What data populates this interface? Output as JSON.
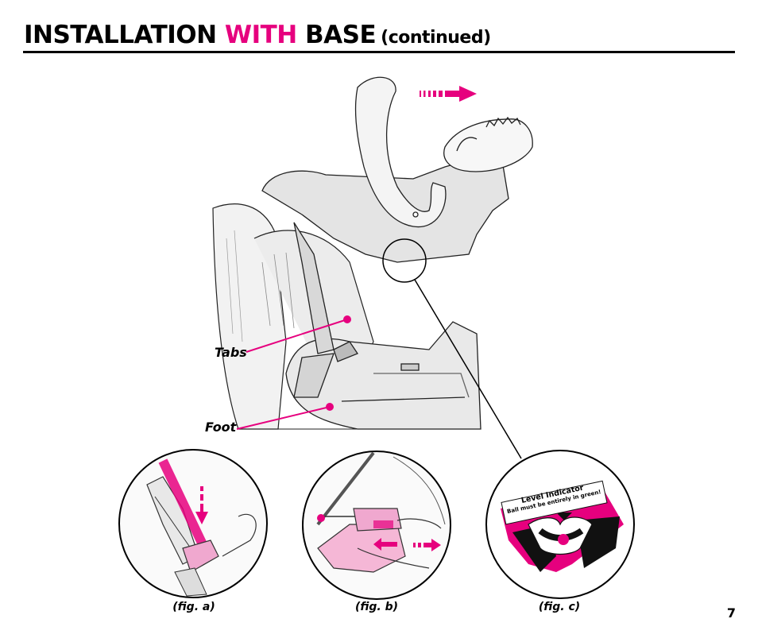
{
  "header": {
    "title_part1": "INSTALLATION",
    "title_accent": "WITH",
    "title_part2": "BASE",
    "title_suffix": "(continued)"
  },
  "callouts": {
    "tabs": "Tabs",
    "foot": "Foot"
  },
  "figures": {
    "a": "(fig. a)",
    "b": "(fig. b)",
    "c": "(fig. c)"
  },
  "level_indicator": {
    "title": "Level Indicator",
    "note": "Ball must be entirely in green!"
  },
  "page_number": "7",
  "colors": {
    "accent": "#e6007e",
    "ink": "#000000"
  }
}
